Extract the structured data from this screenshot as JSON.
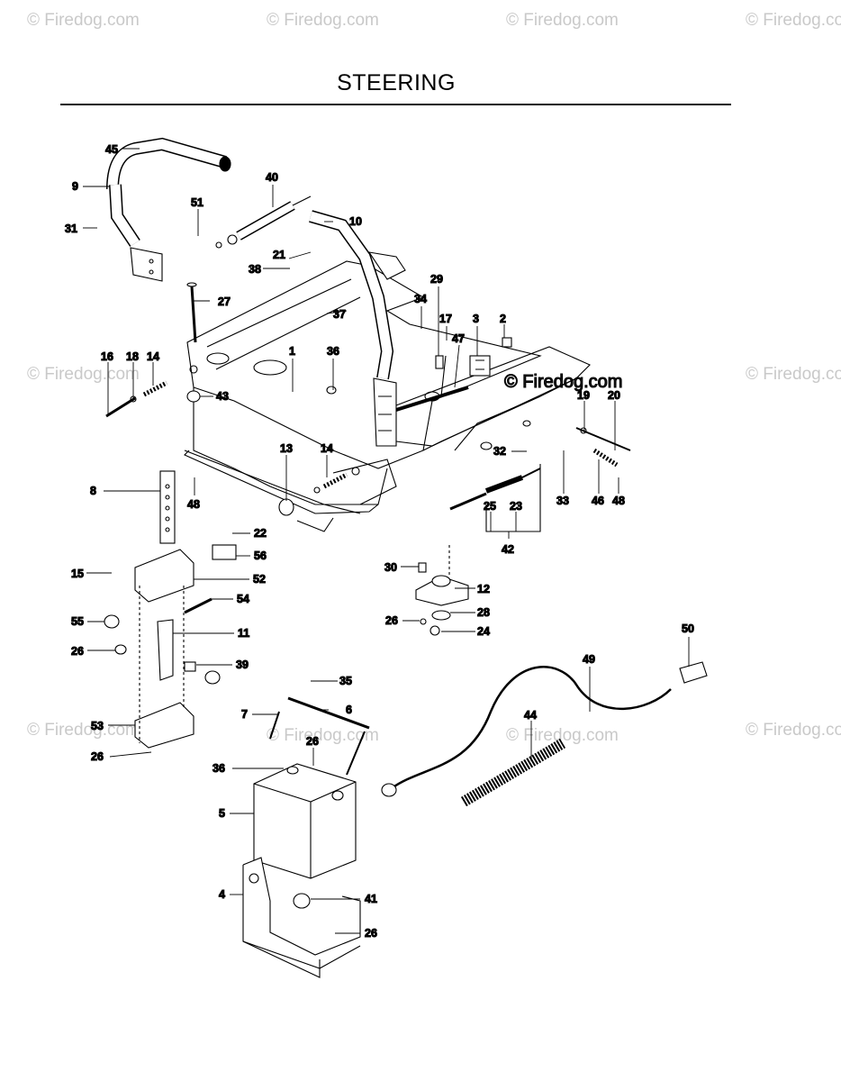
{
  "title": "STEERING",
  "watermark": "© Firedog.com",
  "colors": {
    "line": "#000000",
    "watermark": "#c9c9c9",
    "background": "#ffffff"
  },
  "callouts": [
    "1",
    "2",
    "3",
    "4",
    "5",
    "6",
    "7",
    "8",
    "9",
    "10",
    "11",
    "12",
    "13",
    "14",
    "14",
    "15",
    "16",
    "17",
    "18",
    "19",
    "20",
    "21",
    "22",
    "23",
    "24",
    "25",
    "26",
    "26",
    "26",
    "26",
    "26",
    "27",
    "28",
    "29",
    "30",
    "31",
    "32",
    "33",
    "34",
    "35",
    "36",
    "36",
    "37",
    "38",
    "39",
    "40",
    "41",
    "42",
    "43",
    "44",
    "45",
    "46",
    "47",
    "48",
    "48",
    "49",
    "50",
    "51",
    "52",
    "53",
    "54",
    "55",
    "56"
  ]
}
